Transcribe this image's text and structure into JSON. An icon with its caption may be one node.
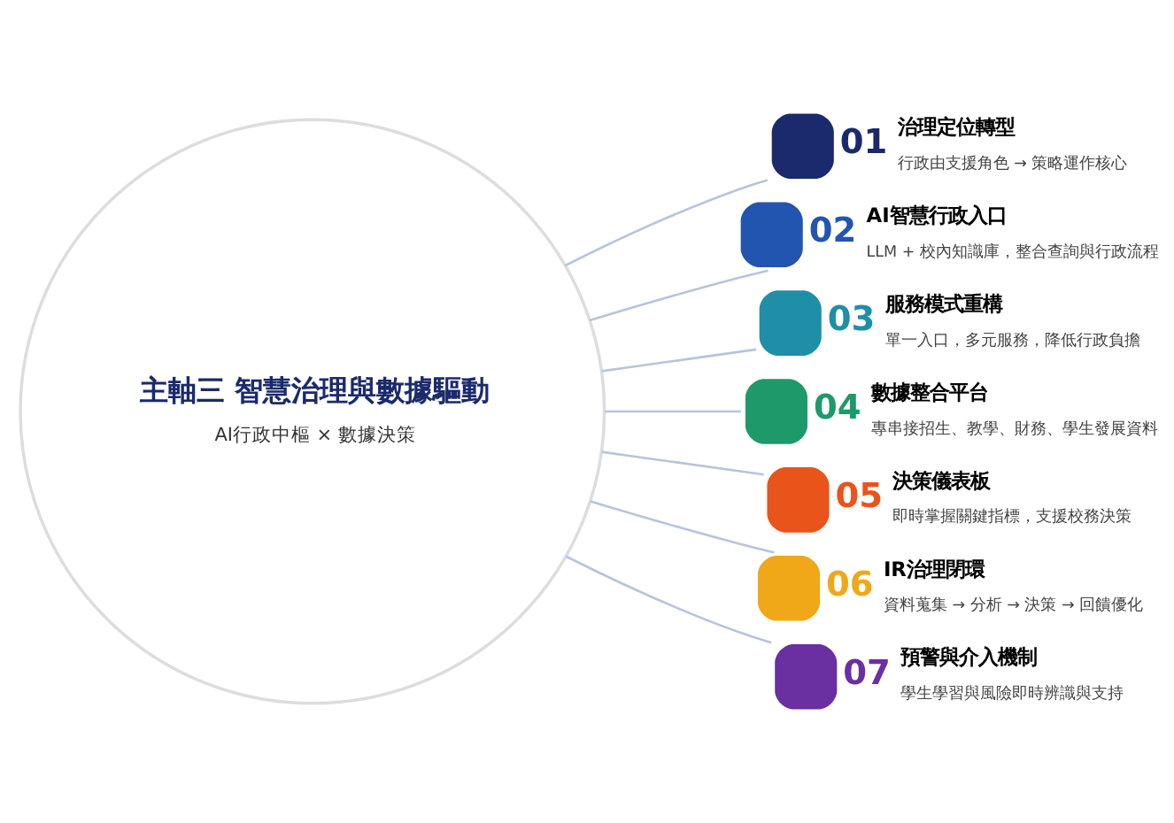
{
  "diagram": {
    "nodes": [
      {
        "text": [
          "主軸三 智慧治理與數據驅動",
          "AI行政中樞 × 數據決策"
        ]
      },
      {
        "text": [
          "01",
          "治理定位轉型",
          "行政由支援角色 → 策略運作核心"
        ]
      },
      {
        "text": [
          "02",
          "AI智慧行政入口",
          "LLM + 校內知識庫，整合查詢與行政流程"
        ]
      },
      {
        "text": [
          "03",
          "服務模式重構",
          "單一入口，多元服務，降低行政負擔"
        ]
      },
      {
        "text": [
          "04",
          "數據整合平台",
          "專串接招生、教學、財務、學生發展資料"
        ]
      },
      {
        "text": [
          "05",
          "決策儀表板",
          "即時掌握關鍵指標，支援校務決策"
        ]
      },
      {
        "text": [
          "06",
          "IR治理閉環",
          "資料蒐集 → 分析 → 決策 → 回饋優化"
        ]
      },
      {
        "text": [
          "07",
          "預警與介入機制",
          "學生學習與風險即時辨識與支持"
        ]
      }
    ],
    "edges": [
      {
        "from": 0,
        "to": 1,
        "arrow": "none"
      },
      {
        "from": 0,
        "to": 2,
        "arrow": "none"
      },
      {
        "from": 0,
        "to": 3,
        "arrow": "none"
      },
      {
        "from": 0,
        "to": 4,
        "arrow": "none"
      },
      {
        "from": 0,
        "to": 5,
        "arrow": "none"
      },
      {
        "from": 0,
        "to": 6,
        "arrow": "none"
      },
      {
        "from": 0,
        "to": 7,
        "arrow": "none"
      }
    ]
  }
}
